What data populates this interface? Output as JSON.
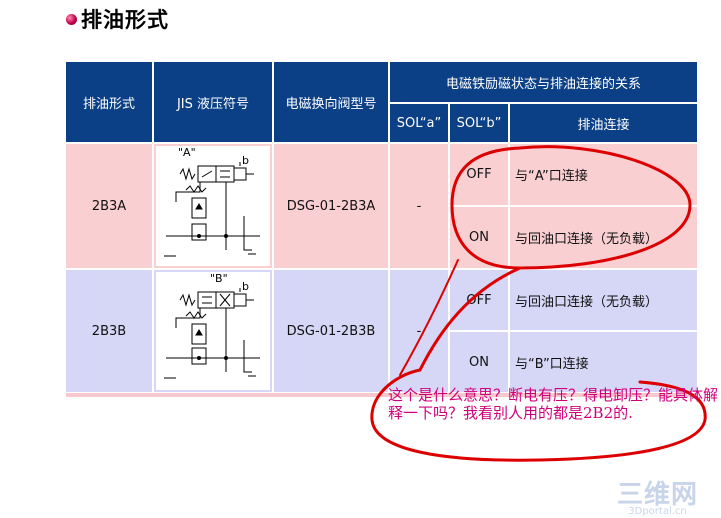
{
  "page": {
    "title": "排油形式"
  },
  "table": {
    "headers": {
      "type": "排油形式",
      "jis": "JIS 液压符号",
      "model": "电磁换向阀型号",
      "relation": "电磁铁励磁状态与排油连接的关系",
      "sol_a": "SOL“a”",
      "sol_b": "SOL“b”",
      "connect": "排油连接"
    },
    "rows": [
      {
        "type": "2B3A",
        "symbol_label": "\"A\"",
        "symbol_b": "b",
        "model": "DSG-01-2B3A",
        "sol_a": "-",
        "states": [
          {
            "sol_b": "OFF",
            "connect": "与“A”口连接"
          },
          {
            "sol_b": "ON",
            "connect": "与回油口连接（无负载）"
          }
        ]
      },
      {
        "type": "2B3B",
        "symbol_label": "\"B\"",
        "symbol_b": "b",
        "model": "DSG-01-2B3B",
        "sol_a": "-",
        "states": [
          {
            "sol_b": "OFF",
            "connect": "与回油口连接（无负载）"
          },
          {
            "sol_b": "ON",
            "connect": "与“B”口连接"
          }
        ]
      }
    ]
  },
  "annotation": {
    "text": "这个是什么意思？断电有压？得电卸压？能具体解释一下吗？我看别人用的都是2B2的.",
    "color": "#d0007a",
    "circle_color": "#dd0000"
  },
  "watermark": {
    "logo": "三维网",
    "url": "3Dportal.cn"
  },
  "colors": {
    "header": "#0b3f86",
    "row_a": "#f9cfd2",
    "row_b": "#d6d6f6",
    "title_bullet": "#c0004a"
  }
}
